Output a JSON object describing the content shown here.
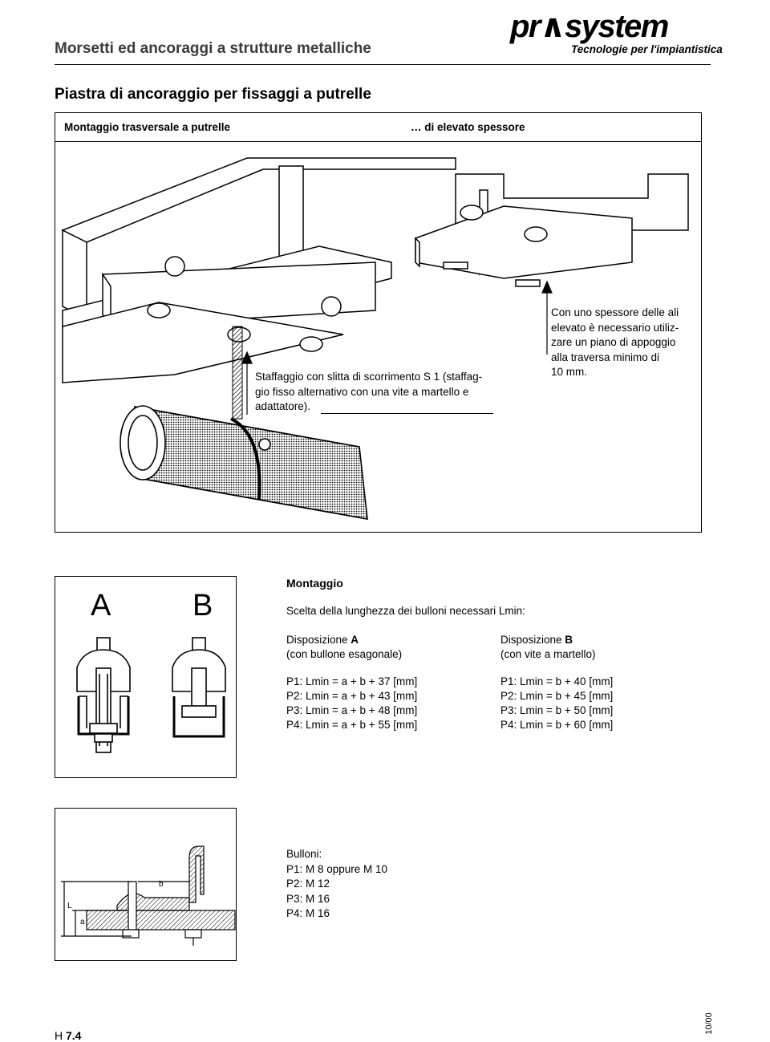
{
  "header": {
    "title": "Morsetti ed ancoraggi a strutture metalliche",
    "logo_text": "pr∧system",
    "logo_tagline": "Tecnologie per l'impiantistica"
  },
  "page_title": "Piastra di ancoraggio per fissaggi a putrelle",
  "figure1": {
    "left_caption": "Montaggio trasversale a putrelle",
    "right_caption": "… di elevato spessore",
    "note_left": [
      "Staffaggio con slitta di scorrimento S 1 (staffag-",
      "gio fisso alternativo con una vite a martello e",
      "adattatore)."
    ],
    "note_right": [
      "Con uno spessore delle ali",
      "elevato è necessario utiliz-",
      "zare un piano di appoggio",
      "alla traversa minimo di",
      "10 mm."
    ]
  },
  "figure2": {
    "label_a": "A",
    "label_b": "B",
    "heading": "Montaggio",
    "intro": "Scelta della lunghezza dei bulloni necessari Lmin:",
    "col_a": {
      "title_prefix": "Disposizione ",
      "title_key": "A",
      "subtitle": "(con bullone esagonale)",
      "formulas": [
        "P1: Lmin = a + b + 37 [mm]",
        "P2: Lmin = a + b + 43 [mm]",
        "P3: Lmin = a + b + 48 [mm]",
        "P4: Lmin = a + b + 55 [mm]"
      ]
    },
    "col_b": {
      "title_prefix": "Disposizione ",
      "title_key": "B",
      "subtitle": "(con vite a martello)",
      "formulas": [
        "P1: Lmin = b + 40 [mm]",
        "P2: Lmin = b + 45 [mm]",
        "P3: Lmin = b + 50 [mm]",
        "P4: Lmin = b + 60 [mm]"
      ]
    }
  },
  "figure3": {
    "dim_b": "b",
    "dim_l": "L",
    "dim_a": "a",
    "bolts_title": "Bulloni:",
    "bolts": [
      "P1: M 8 oppure M 10",
      "P2: M 12",
      "P3: M 16",
      "P4: M 16"
    ]
  },
  "footer": {
    "page_prefix": "H ",
    "page_number": "7.4",
    "date": "10/00"
  }
}
